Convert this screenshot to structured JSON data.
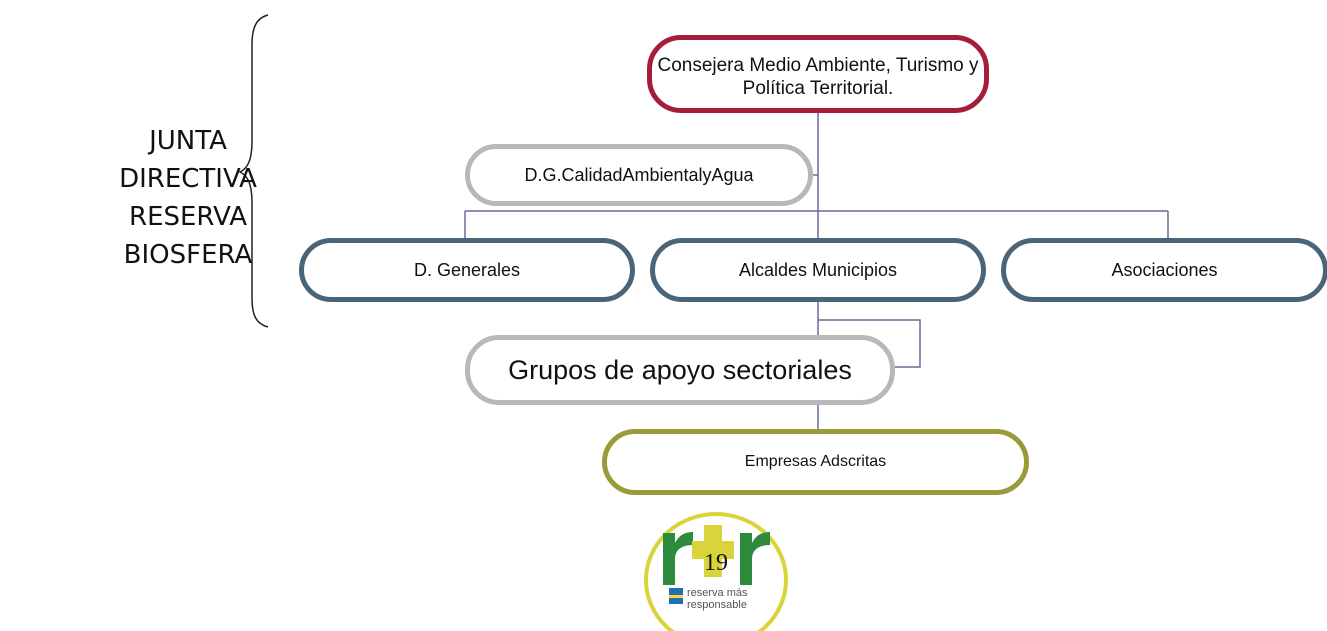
{
  "side_label": {
    "lines": [
      "JUNTA",
      "DIRECTIVA",
      "RESERVA",
      "BIOSFERA"
    ]
  },
  "nodes": {
    "consejera": "Consejera Medio Ambiente, Turismo y Política Territorial.",
    "dg_calidad": "D.G.CalidadAmbientalyAgua",
    "d_generales": "D. Generales",
    "alcaldes": "Alcaldes Municipios",
    "asociaciones": "Asociaciones",
    "grupos": "Grupos de apoyo sectoriales",
    "empresas": "Empresas Adscritas"
  },
  "logo": {
    "mark": "r+r",
    "tagline_1": "reserva más",
    "tagline_2": "responsable"
  },
  "page_number": "19",
  "colors": {
    "consejera_border": "#a51d3a",
    "grey_border": "#b8b8b8",
    "blue_border": "#4a6478",
    "olive_border": "#9a9a3a",
    "connector": "#6a6a9a",
    "logo_green": "#2e8b3d",
    "logo_yellow": "#d8d43a"
  }
}
